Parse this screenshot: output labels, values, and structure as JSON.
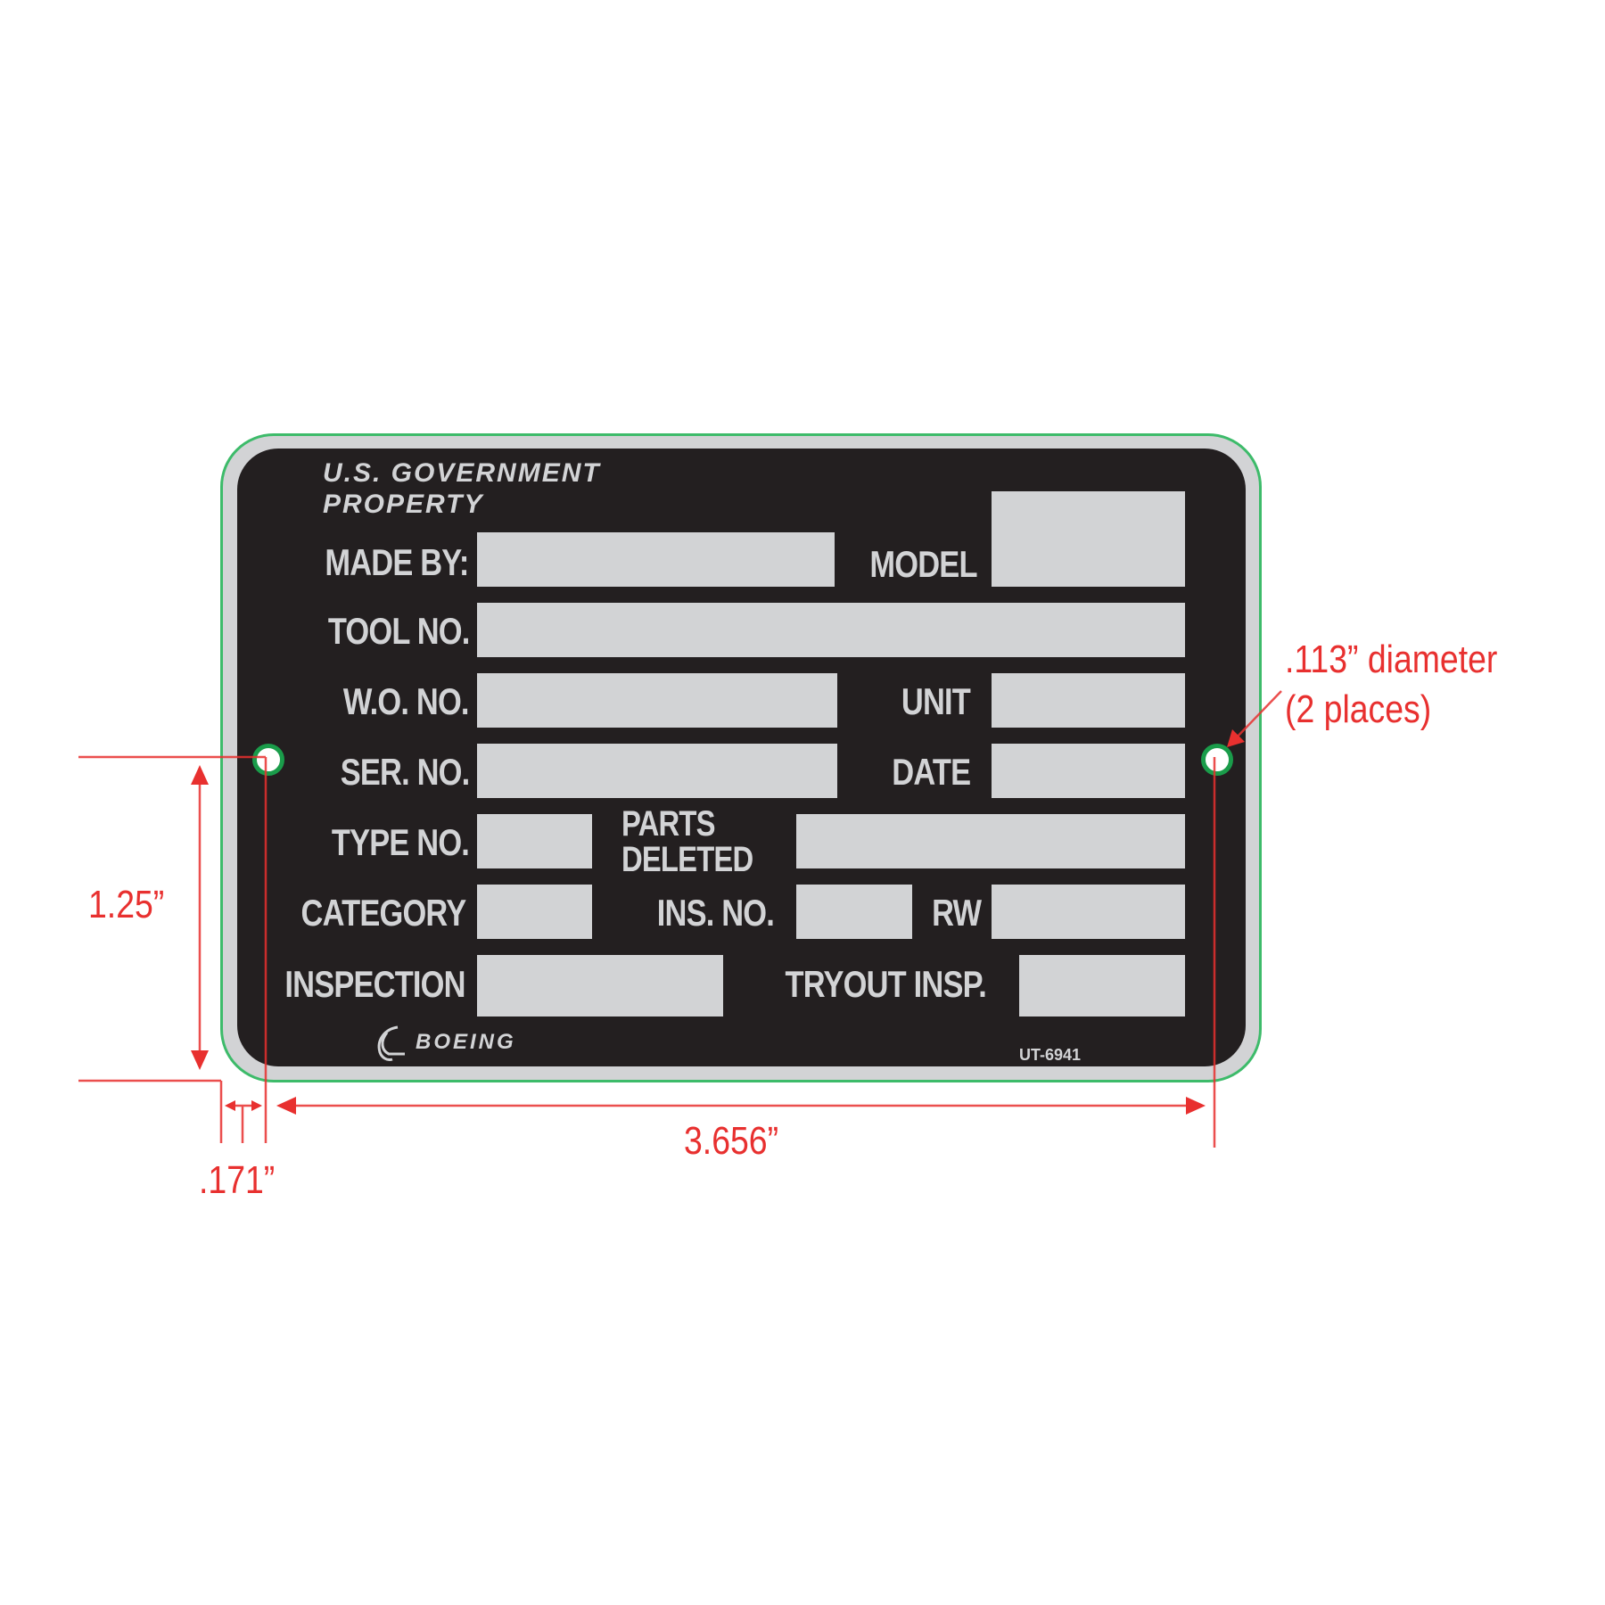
{
  "plate": {
    "header_line1": "U.S. GOVERNMENT",
    "header_line2": "PROPERTY",
    "labels": {
      "made_by": "MADE BY:",
      "model": "MODEL",
      "tool_no": "TOOL NO.",
      "wo_no": "W.O. NO.",
      "unit": "UNIT",
      "ser_no": "SER. NO.",
      "date": "DATE",
      "type_no": "TYPE NO.",
      "parts_deleted_1": "PARTS",
      "parts_deleted_2": "DELETED",
      "category": "CATEGORY",
      "ins_no": "INS. NO.",
      "rw": "RW",
      "inspection": "INSPECTION",
      "tryout_insp": "TRYOUT INSP."
    },
    "logo": "BOEING",
    "part_number": "UT-6941",
    "colors": {
      "plate_bg": "#231f20",
      "field_fill": "#d2d3d5",
      "outline": "#3dbb6a",
      "dimension": "#e8302f"
    }
  },
  "dimensions": {
    "hole_diameter": ".113” diameter",
    "hole_count": "(2 places)",
    "vertical": "1.25”",
    "horizontal": "3.656”",
    "edge_offset": ".171”"
  }
}
